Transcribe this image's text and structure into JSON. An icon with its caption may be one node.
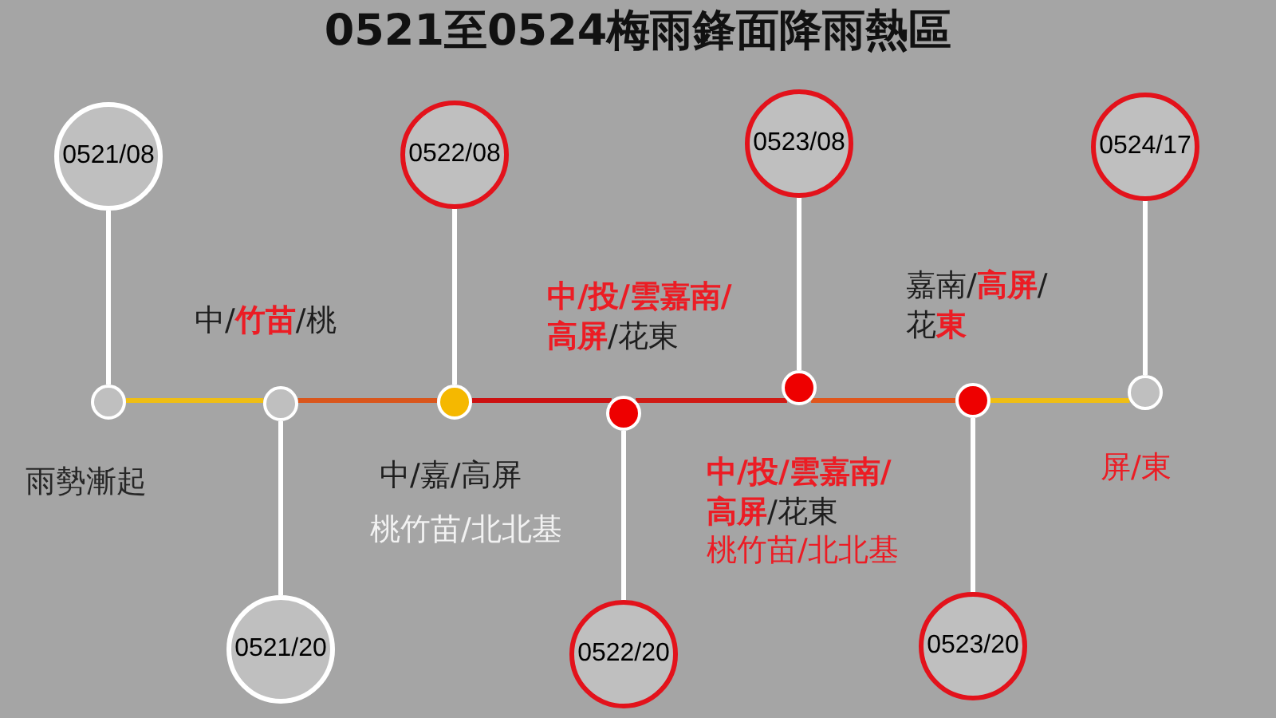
{
  "diagram": {
    "title": "0521至0524梅雨鋒面降雨熱區",
    "nodes": [
      {
        "text": [
          "0521/08"
        ]
      },
      {
        "text": [
          "0521/20"
        ]
      },
      {
        "text": [
          "0522/08"
        ]
      },
      {
        "text": [
          "0522/20"
        ]
      },
      {
        "text": [
          "0523/08"
        ]
      },
      {
        "text": [
          "0523/20"
        ]
      },
      {
        "text": [
          "0524/17"
        ]
      },
      {
        "text": [],
        "shape": "circle"
      },
      {
        "text": [],
        "shape": "circle"
      },
      {
        "text": [],
        "shape": "circle"
      },
      {
        "text": [],
        "shape": "circle"
      },
      {
        "text": [],
        "shape": "circle"
      },
      {
        "text": [],
        "shape": "circle"
      },
      {
        "text": [],
        "shape": "circle"
      }
    ],
    "edges": [
      {
        "from": 0,
        "to": 7,
        "arrow": "none"
      },
      {
        "from": 1,
        "to": 8,
        "arrow": "none"
      },
      {
        "from": 2,
        "to": 9,
        "arrow": "none"
      },
      {
        "from": 3,
        "to": 10,
        "arrow": "none"
      },
      {
        "from": 4,
        "to": 11,
        "arrow": "none"
      },
      {
        "from": 5,
        "to": 12,
        "arrow": "none"
      },
      {
        "from": 6,
        "to": 13,
        "arrow": "none"
      },
      {
        "from": 7,
        "to": 8,
        "arrow": "none",
        "color": "#efbe14"
      },
      {
        "from": 8,
        "to": 9,
        "arrow": "none",
        "color": "#d9561c"
      },
      {
        "from": 9,
        "to": 10,
        "arrow": "none",
        "color": "#cc1111"
      },
      {
        "from": 10,
        "to": 11,
        "arrow": "none",
        "color": "#d01a14"
      },
      {
        "from": 11,
        "to": 12,
        "arrow": "none",
        "color": "#e0561c"
      },
      {
        "from": 12,
        "to": 13,
        "arrow": "none",
        "color": "#efbe14"
      }
    ],
    "labels": [
      "中/**竹苗**/桃",
      "**中/投/雲嘉南/高屏**/花東",
      "嘉南/**高屏**/花**東**",
      "雨勢漸起",
      "中/嘉/高屏",
      "桃竹苗/北北基",
      "**中/投/雲嘉南/高屏**/花東",
      "桃竹苗/北北基",
      "屏/東"
    ]
  }
}
